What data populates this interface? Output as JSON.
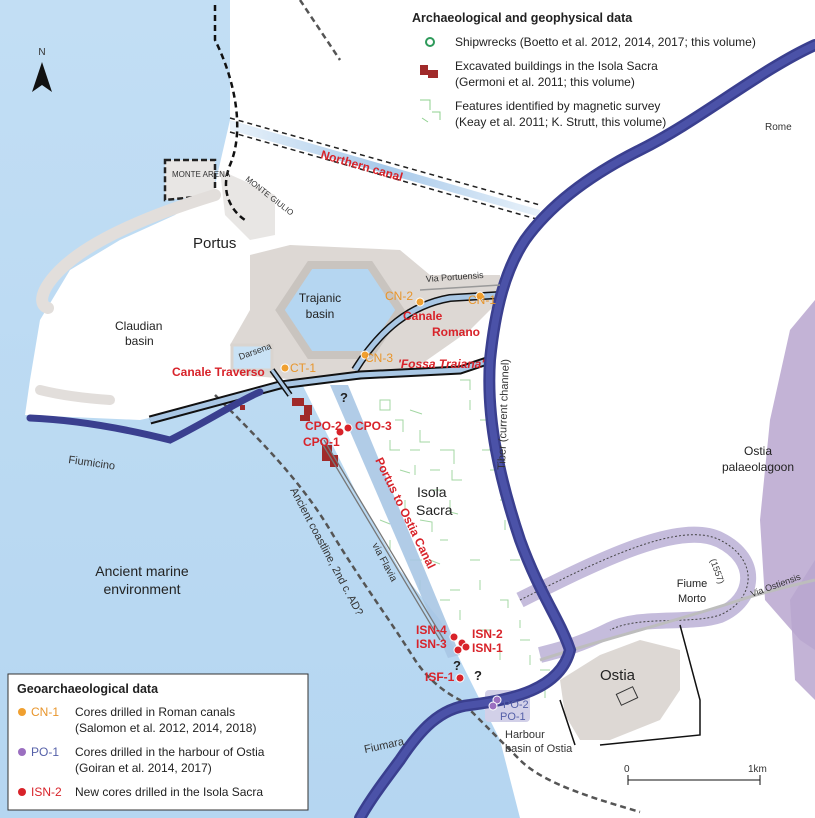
{
  "north": "N",
  "legend_top": {
    "heading": "Archaeological and geophysical data",
    "items": [
      {
        "line1": "Shipwrecks (Boetto et al. 2012, 2014, 2017; this volume)",
        "line2": "",
        "icon": "shipwreck-icon",
        "color": "#2e9a5a"
      },
      {
        "line1": "Excavated buildings in the Isola Sacra",
        "line2": "(Germoni et al. 2011; this volume)",
        "icon": "building-icon",
        "color": "#a02a2a"
      },
      {
        "line1": "Features identified by magnetic survey",
        "line2": "(Keay et al. 2011; K. Strutt, this volume)",
        "icon": "magnetic-feature-icon",
        "color": "#8fd08f"
      }
    ]
  },
  "legend_bottom": {
    "heading": "Geoarchaeological data",
    "items": [
      {
        "code": "CN-1",
        "color": "#f0a030",
        "line1": "Cores drilled in Roman canals",
        "line2": "(Salomon et al. 2012, 2014, 2018)"
      },
      {
        "code": "PO-1",
        "color": "#9b6fc0",
        "line1": "Cores drilled in the harbour of Ostia",
        "line2": "(Goiran et al. 2014, 2017)"
      },
      {
        "code": "ISN-2",
        "color": "#d8232a",
        "line1": "New cores drilled in the Isola Sacra",
        "line2": ""
      }
    ]
  },
  "labels": {
    "northern_canal": "Northern canal",
    "rome": "Rome",
    "monte_arena": "MONTE ARENA",
    "monte_giulio": "MONTE GIULIO",
    "portus": "Portus",
    "via_portuensis": "Via Portuensis",
    "trajanic_basin_1": "Trajanic",
    "trajanic_basin_2": "basin",
    "claudian_basin_1": "Claudian",
    "claudian_basin_2": "basin",
    "canale_romano_1": "Canale",
    "canale_romano_2": "Romano",
    "fossa_traiana": "'Fossa Traiana'",
    "darsena": "Darsena",
    "canale_traverso": "Canale Traverso",
    "fiumicino": "Fiumicino",
    "tiber": "Tiber (current channel)",
    "ostia_palaeolagoon_1": "Ostia",
    "ostia_palaeolagoon_2": "palaeolagoon",
    "isola_sacra_1": "Isola",
    "isola_sacra_2": "Sacra",
    "portus_ostia_canal": "Portus to Ostia Canal",
    "via_flavia": "via Flavia",
    "ancient_coastline": "Ancient coastline, 2nd c. AD?",
    "ancient_marine_1": "Ancient marine",
    "ancient_marine_2": "environment",
    "fiume_morto_1": "Fiume",
    "fiume_morto_2": "Morto",
    "year_1557": "(1557)",
    "via_ostiensis": "Via Ostiensis",
    "ostia": "Ostia",
    "harbour_basin_1": "Harbour",
    "harbour_basin_2": "basin of Ostia",
    "fiumara": "Fiumara",
    "question": "?"
  },
  "cores": {
    "cn1": "CN-1",
    "cn2": "CN-2",
    "cn3": "CN-3",
    "ct1": "CT-1",
    "cpo1": "CPO-1",
    "cpo2": "CPO-2",
    "cpo3": "CPO-3",
    "isn1": "ISN-1",
    "isn2": "ISN-2",
    "isn3": "ISN-3",
    "isn4": "ISN-4",
    "isf1": "ISF-1",
    "po1": "PO-1",
    "po2": "PO-2"
  },
  "scale": {
    "start": "0",
    "end": "1km"
  },
  "colors": {
    "sea": "#c9e2f5",
    "sea_deep": "#aed2ef",
    "river": "#3a3f8f",
    "lagoon": "#b9a6cf",
    "ruins": "#ddd8d4",
    "canal": "#a9c7e4",
    "core_red": "#d8232a",
    "core_orange": "#f0a030",
    "core_purple": "#9b6fc0",
    "label_red": "#d8232a",
    "label_orange": "#e8952b",
    "label_blue": "#5560a8"
  }
}
